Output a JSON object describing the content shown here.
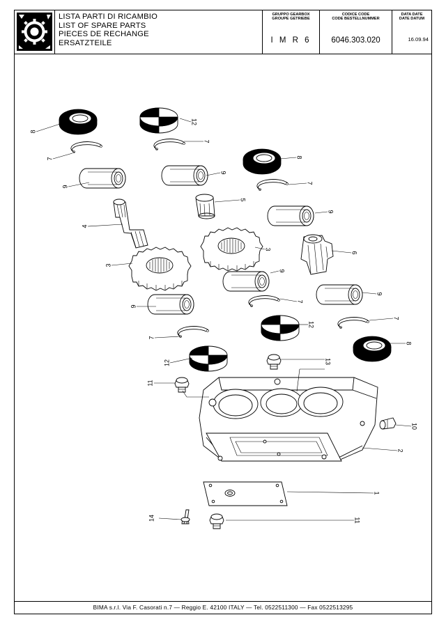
{
  "header": {
    "titles": [
      "LISTA PARTI DI RICAMBIO",
      "LIST OF SPARE PARTS",
      "PIECES DE RECHANGE",
      "ERSATZTEILE"
    ],
    "group_label_1": "GRUPPO  GEARBOX",
    "group_label_2": "GROUPE  GETRIEBE",
    "group_value": "I M R 6",
    "code_label_1": "CODICE  CODE",
    "code_label_2": "CODE  BESTELLNUMMER",
    "code_value": "6046.303.020",
    "date_label_1": "DATA  DATE",
    "date_label_2": "DATE  DATUM",
    "date_value": "16.09.94"
  },
  "footer": {
    "text": "BIMA s.r.l. Via F. Casorati n.7  — Reggio E. 42100 ITALY — Tel. 0522511300 — Fax 0522513295"
  },
  "part_labels": [
    {
      "id": "lbl-8a",
      "text": "8"
    },
    {
      "id": "lbl-7a",
      "text": "7"
    },
    {
      "id": "lbl-9a",
      "text": "9"
    },
    {
      "id": "lbl-4",
      "text": "4"
    },
    {
      "id": "lbl-3a",
      "text": "3"
    },
    {
      "id": "lbl-9b",
      "text": "9"
    },
    {
      "id": "lbl-7b",
      "text": "7"
    },
    {
      "id": "lbl-12a",
      "text": "12"
    },
    {
      "id": "lbl-11a",
      "text": "11"
    },
    {
      "id": "lbl-12b",
      "text": "12"
    },
    {
      "id": "lbl-7c",
      "text": "7"
    },
    {
      "id": "lbl-9c",
      "text": "9"
    },
    {
      "id": "lbl-5",
      "text": "5"
    },
    {
      "id": "lbl-3b",
      "text": "3"
    },
    {
      "id": "lbl-9d",
      "text": "9"
    },
    {
      "id": "lbl-7d",
      "text": "7"
    },
    {
      "id": "lbl-12c",
      "text": "12"
    },
    {
      "id": "lbl-8b",
      "text": "8"
    },
    {
      "id": "lbl-7e",
      "text": "7"
    },
    {
      "id": "lbl-9e",
      "text": "9"
    },
    {
      "id": "lbl-6",
      "text": "6"
    },
    {
      "id": "lbl-9f",
      "text": "9"
    },
    {
      "id": "lbl-7f",
      "text": "7"
    },
    {
      "id": "lbl-8c",
      "text": "8"
    },
    {
      "id": "lbl-13",
      "text": "13"
    },
    {
      "id": "lbl-10",
      "text": "10"
    },
    {
      "id": "lbl-2",
      "text": "2"
    },
    {
      "id": "lbl-1",
      "text": "1"
    },
    {
      "id": "lbl-14",
      "text": "14"
    },
    {
      "id": "lbl-11b",
      "text": "11"
    }
  ]
}
